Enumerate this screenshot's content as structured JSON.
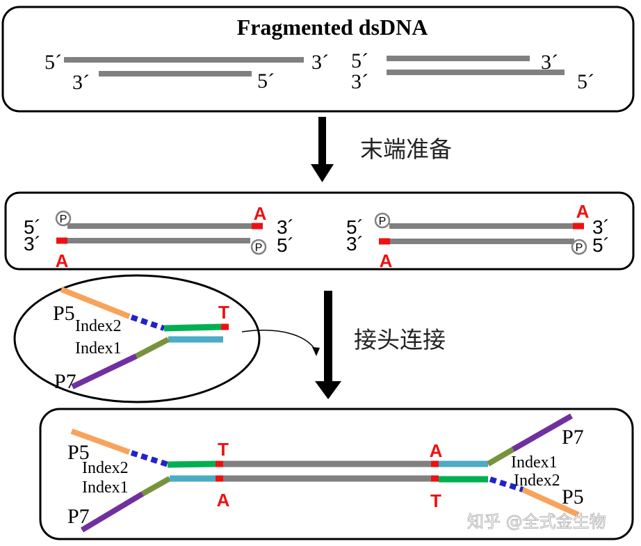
{
  "title": "Fragmented dsDNA",
  "steps": {
    "end_prep": "末端准备",
    "ligation": "接头连接"
  },
  "ends": {
    "five": "5´",
    "three": "3´",
    "phosphate": "P",
    "a_tail": "A",
    "t_tail": "T"
  },
  "adapter": {
    "p5": "P5",
    "p7": "P7",
    "index1": "Index1",
    "index2": "Index2"
  },
  "watermark": "知乎 @全式金生物",
  "colors": {
    "dna": "#808080",
    "a_t_overhang": "#ee1111",
    "p5_arm": "#f7a35c",
    "p7_arm": "#7030a0",
    "index_link": "#2222cc",
    "index1_seg": "#77933c",
    "green_strand": "#00b050",
    "blue_strand": "#4bacc6"
  }
}
